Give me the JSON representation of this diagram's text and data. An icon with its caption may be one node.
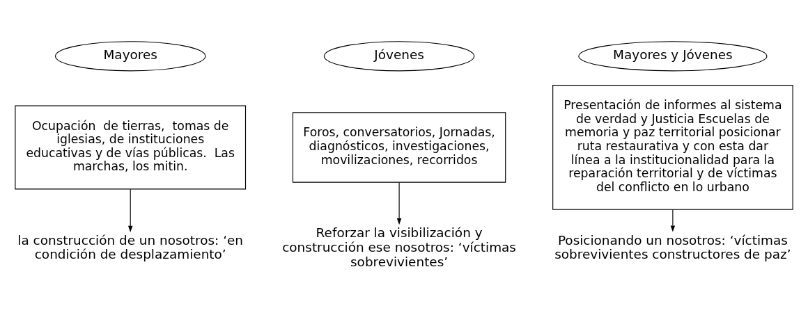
{
  "diagram": {
    "nodes": [
      {
        "text": [
          "Mayores"
        ]
      },
      {
        "text": [
          "Ocupación  de tierras,  tomas de iglesias, de instituciones educativas y de vías públicas.  Las marchas, los mitin."
        ]
      },
      {
        "text": [
          "la construcción de un nosotros: ‘en condición de desplazamiento’"
        ]
      },
      {
        "text": [
          "Jóvenes"
        ]
      },
      {
        "text": [
          "Foros, conversatorios, Jornadas, diagnósticos, investigaciones, movilizaciones, recorridos"
        ]
      },
      {
        "text": [
          "Reforzar la visibilización y construcción ese nosotros: ‘víctimas sobrevivientes’"
        ]
      },
      {
        "text": [
          "Mayores y Jóvenes"
        ]
      },
      {
        "text": [
          "Presentación de informes al sistema de verdad y Justicia Escuelas de memoria y paz territorial posicionar ruta restaurativa y con esta dar línea a la institucionalidad para la reparación territorial y de víctimas del conflicto en lo urbano"
        ]
      },
      {
        "text": [
          "Posicionando un nosotros: ‘víctimas sobrevivientes constructores de paz’"
        ]
      }
    ],
    "edges": [
      {
        "from": 1,
        "to": 2,
        "arrow": "to"
      },
      {
        "from": 4,
        "to": 5,
        "arrow": "to"
      },
      {
        "from": 7,
        "to": 8,
        "arrow": "to"
      }
    ]
  }
}
